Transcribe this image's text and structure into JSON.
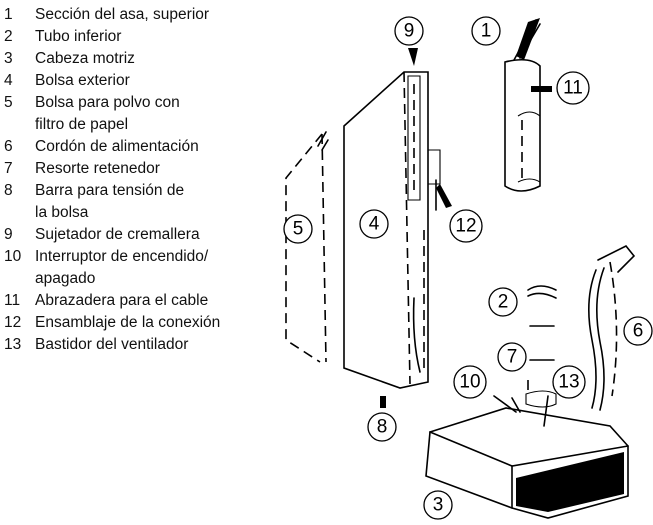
{
  "legend": {
    "items": [
      {
        "num": "1",
        "lines": [
          "Sección del asa, superior"
        ]
      },
      {
        "num": "2",
        "lines": [
          "Tubo inferior"
        ]
      },
      {
        "num": "3",
        "lines": [
          "Cabeza motriz"
        ]
      },
      {
        "num": "4",
        "lines": [
          "Bolsa exterior"
        ]
      },
      {
        "num": "5",
        "lines": [
          "Bolsa para polvo con",
          "filtro de papel"
        ]
      },
      {
        "num": "6",
        "lines": [
          "Cordón de alimentación"
        ]
      },
      {
        "num": "7",
        "lines": [
          "Resorte retenedor"
        ]
      },
      {
        "num": "8",
        "lines": [
          "Barra para tensión de",
          "la bolsa"
        ]
      },
      {
        "num": "9",
        "lines": [
          "Sujetador de cremallera"
        ]
      },
      {
        "num": "10",
        "lines": [
          "Interruptor de encendido/",
          "apagado"
        ]
      },
      {
        "num": "11",
        "lines": [
          "Abrazadera para el cable"
        ]
      },
      {
        "num": "12",
        "lines": [
          "Ensamblaje de la conexión"
        ]
      },
      {
        "num": "13",
        "lines": [
          "Bastidor del ventilador"
        ]
      }
    ]
  },
  "callouts": [
    "9",
    "1",
    "11",
    "5",
    "4",
    "12",
    "2",
    "6",
    "7",
    "10",
    "13",
    "8",
    "3"
  ]
}
